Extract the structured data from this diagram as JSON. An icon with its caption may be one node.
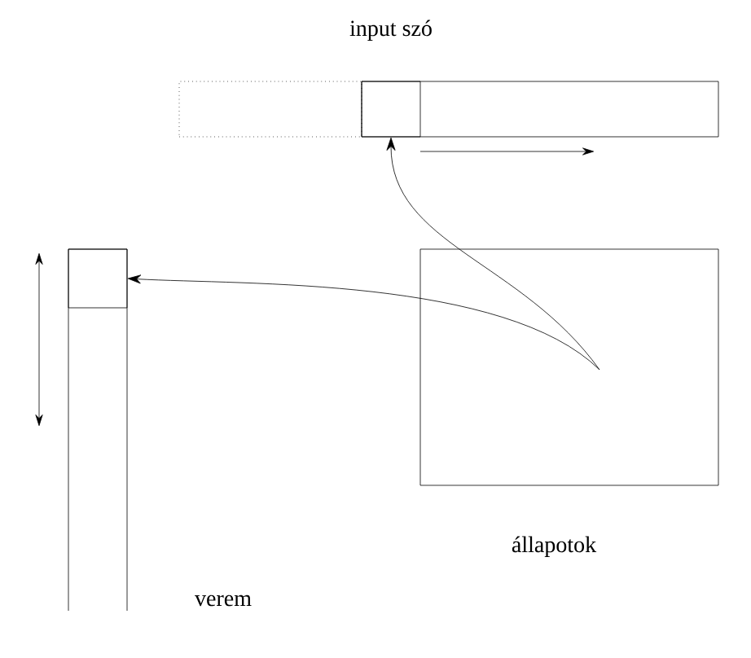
{
  "diagram": {
    "nodes": [
      {
        "text": [
          "input szó"
        ]
      },
      {
        "text": [],
        "shape": "box",
        "in": 0
      },
      {
        "text": [],
        "shape": "box"
      },
      {
        "text": [
          "verem"
        ]
      },
      {
        "text": [],
        "shape": "box",
        "in": 3
      },
      {
        "text": [
          "állapotok"
        ]
      }
    ],
    "edges": [
      {
        "from": 5,
        "to": 1,
        "arrow": "to"
      },
      {
        "from": 5,
        "to": 4,
        "arrow": "to"
      }
    ]
  }
}
